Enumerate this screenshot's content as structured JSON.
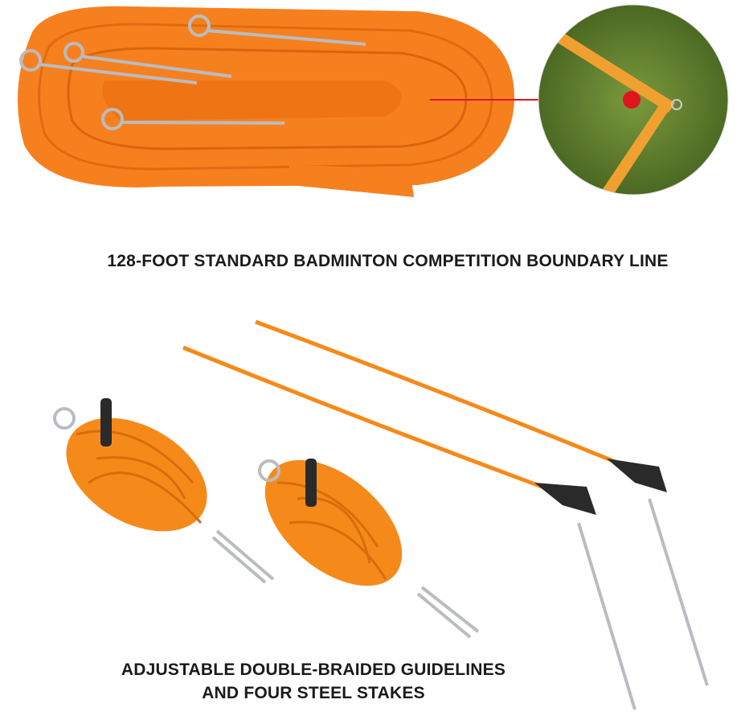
{
  "captions": {
    "top": "128-FOOT STANDARD BADMINTON COMPETITION BOUNDARY LINE",
    "bottom_line1": "ADJUSTABLE DOUBLE-BRAIDED GUIDELINES",
    "bottom_line2": "AND FOUR STEEL STAKES"
  },
  "colors": {
    "webbing": "#f7801e",
    "rope": "#f58a1a",
    "grass": "#5d7a2c",
    "pointer": "#e0141c",
    "steel": "#b9bcc0",
    "text": "#1a1a1a"
  }
}
